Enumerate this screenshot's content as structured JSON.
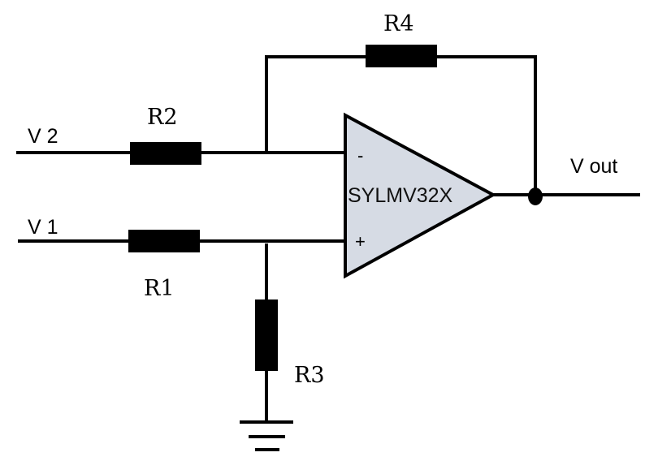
{
  "diagram": {
    "type": "op-amp differential amplifier schematic",
    "opamp": {
      "name": "SYLMV32X",
      "inverting_pin": "-",
      "noninverting_pin": "+",
      "fill_color": "#d6dbe4"
    },
    "inputs": [
      {
        "label": "V 2"
      },
      {
        "label": "V 1"
      }
    ],
    "output": {
      "label": "V out"
    },
    "resistors": [
      {
        "label": "R1"
      },
      {
        "label": "R2"
      },
      {
        "label": "R3"
      },
      {
        "label": "R4"
      }
    ],
    "ground": {
      "symbol": "ground-icon"
    }
  }
}
